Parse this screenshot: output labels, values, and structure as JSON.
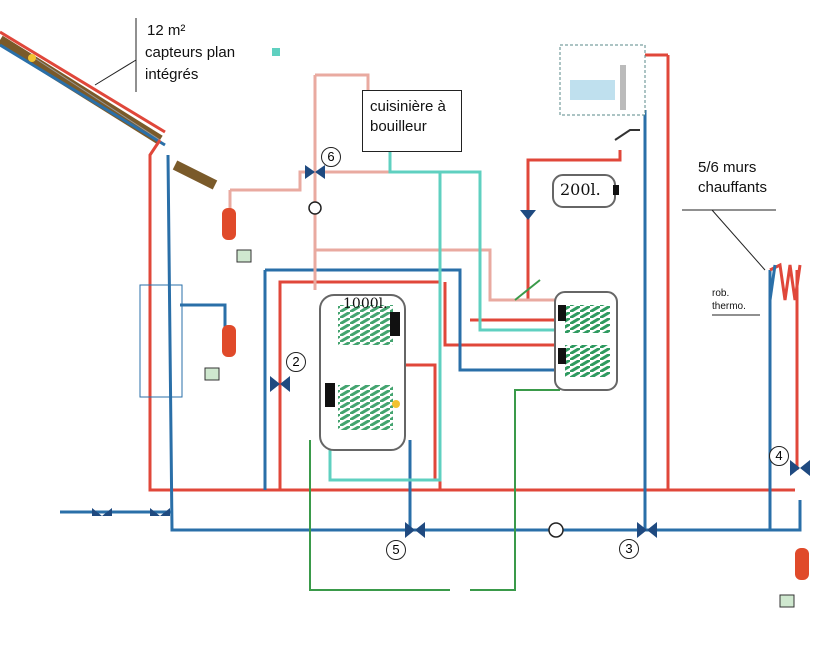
{
  "labels": {
    "collector_area": "12 m²",
    "collector_type": "capteurs plan\nintégrés",
    "stove": "cuisinière à\nbouilleur",
    "walls": "5/6 murs\nchauffants",
    "thermo_valve": "rob.\nthermo.",
    "tank_large": "1000l.",
    "tank_small": "200l."
  },
  "markers": [
    "2",
    "3",
    "4",
    "5",
    "6"
  ],
  "colors": {
    "hot": "#e0473a",
    "cold": "#2a6fa8",
    "stove_loop": "#e9aaa0",
    "cyan_loop": "#5fd0c0",
    "green_loop": "#3a9a4a",
    "coil": "#3aa06a",
    "expansion_vessel": "#e04a2a"
  }
}
